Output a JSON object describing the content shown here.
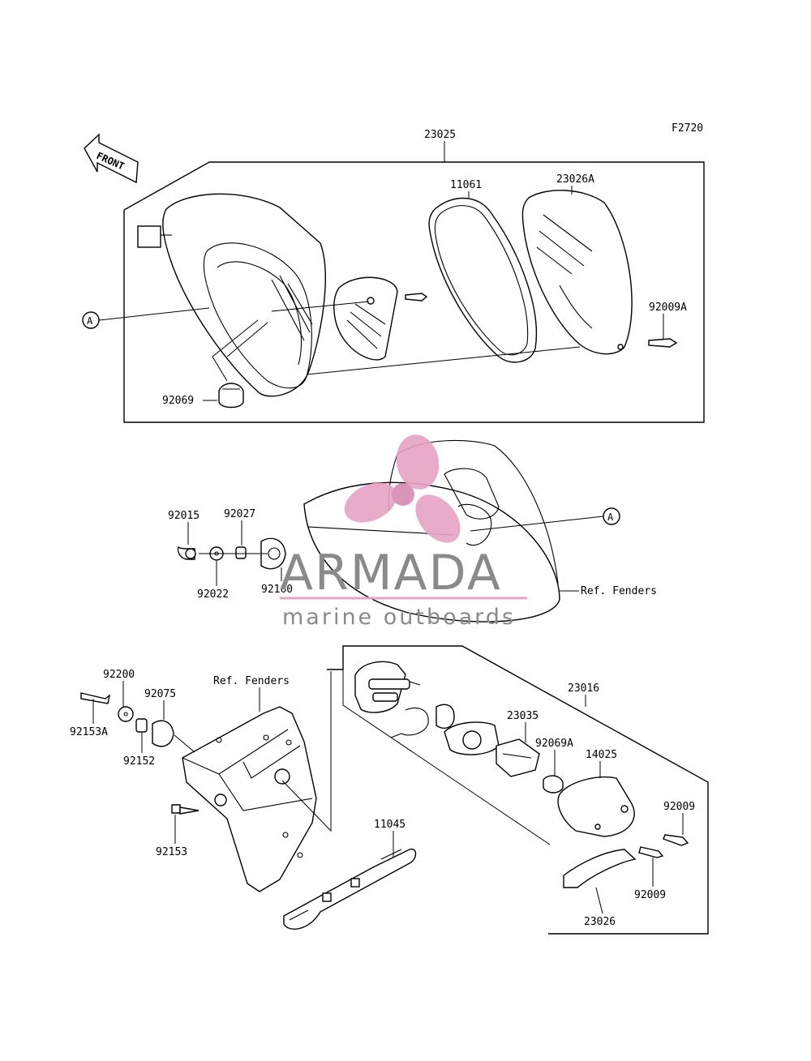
{
  "figure_code": "F2720",
  "front_label": "FRONT",
  "ref_label": "A",
  "ref_fenders": "Ref. Fenders",
  "parts": {
    "p23025": "23025",
    "p11061": "11061",
    "p23026A": "23026A",
    "p92009A": "92009A",
    "p92069": "92069",
    "p92015": "92015",
    "p92027": "92027",
    "p92022": "92022",
    "p92160": "92160",
    "p92200": "92200",
    "p92075": "92075",
    "p92153A": "92153A",
    "p92152": "92152",
    "p92153": "92153",
    "p11045": "11045",
    "p23016": "23016",
    "p23035": "23035",
    "p92069A": "92069A",
    "p14025": "14025",
    "p92009_upper": "92009",
    "p92009_lower": "92009",
    "p23026": "23026"
  },
  "watermark": {
    "brand": "ARMADA",
    "tagline": "marine outboards",
    "color": "#e6a3c5"
  }
}
